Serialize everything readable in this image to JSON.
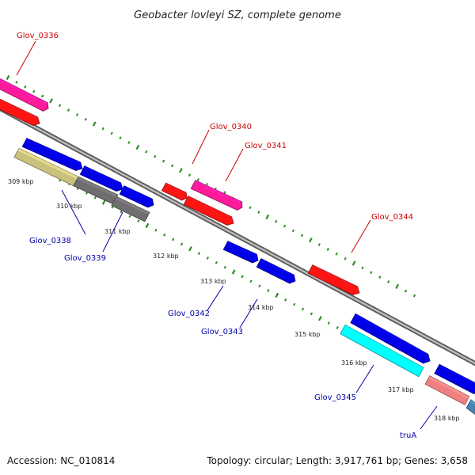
{
  "title": "Geobacter lovleyi SZ, complete genome",
  "footer": {
    "accession": "Accession: NC_010814",
    "topology": "Topology: circular; Length: 3,917,761 bp; Genes: 3,658"
  },
  "colors": {
    "backbone": "#8c8c8c",
    "tick": "#2e8b22",
    "forward_label": "#cc0000",
    "reverse_label": "#0000aa"
  },
  "scale_labels": [
    "309 kbp",
    "310 kbp",
    "311 kbp",
    "312 kbp",
    "313 kbp",
    "314 kbp",
    "315 kbp",
    "316 kbp",
    "317 kbp",
    "318 kbp"
  ],
  "forward_labels": [
    "Glov_0336",
    "Glov_0340",
    "Glov_0341",
    "Glov_0344"
  ],
  "reverse_labels": [
    "Glov_0338",
    "Glov_0339",
    "Glov_0342",
    "Glov_0343",
    "Glov_0345",
    "truA"
  ]
}
